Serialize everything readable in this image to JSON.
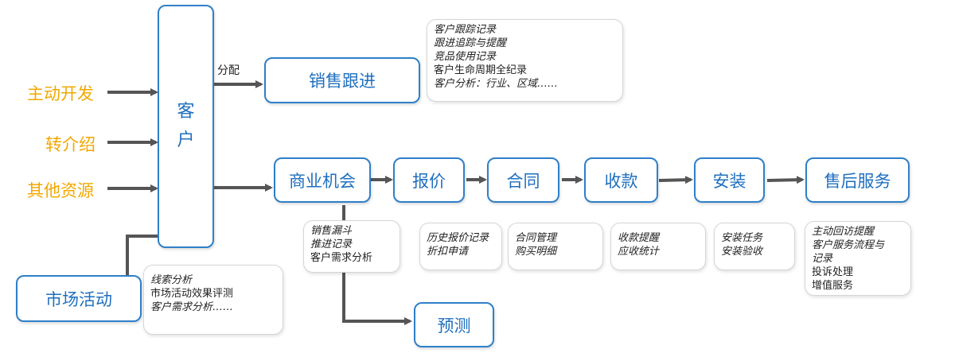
{
  "sources": {
    "active_dev": "主动开发",
    "referral": "转介绍",
    "other": "其他资源",
    "marketing": "市场活动"
  },
  "customer": {
    "chars": [
      "客",
      "户"
    ]
  },
  "assign_label": "分配",
  "sales_follow": {
    "title": "销售跟进",
    "notes": [
      "客户跟踪记录",
      "跟进追踪与提醒",
      "竞品使用记录",
      "客户生命周期全纪录",
      "客户分析：行业、区域……"
    ]
  },
  "flow": {
    "opportunity": "商业机会",
    "quote": "报价",
    "contract": "合同",
    "payment": "收款",
    "install": "安装",
    "after_sales": "售后服务"
  },
  "forecast": "预测",
  "notes": {
    "marketing": [
      "线索分析",
      "市场活动效果评测",
      "客户需求分析……"
    ],
    "opportunity": [
      "销售漏斗",
      "推进记录",
      "客户需求分析"
    ],
    "quote": [
      "历史报价记录",
      "折扣申请"
    ],
    "contract": [
      "合同管理",
      "购买明细"
    ],
    "payment": [
      "收款提醒",
      "应收统计"
    ],
    "install": [
      "安装任务",
      "安装验收"
    ],
    "after_sales": [
      "主动回访提醒",
      "客户服务流程与",
      "记录",
      "投诉处理",
      "增值服务"
    ]
  },
  "colors": {
    "box_border": "#2f7fc9",
    "box_text": "#1f6fbf",
    "source_text": "#f2a800",
    "arrow": "#555555"
  }
}
